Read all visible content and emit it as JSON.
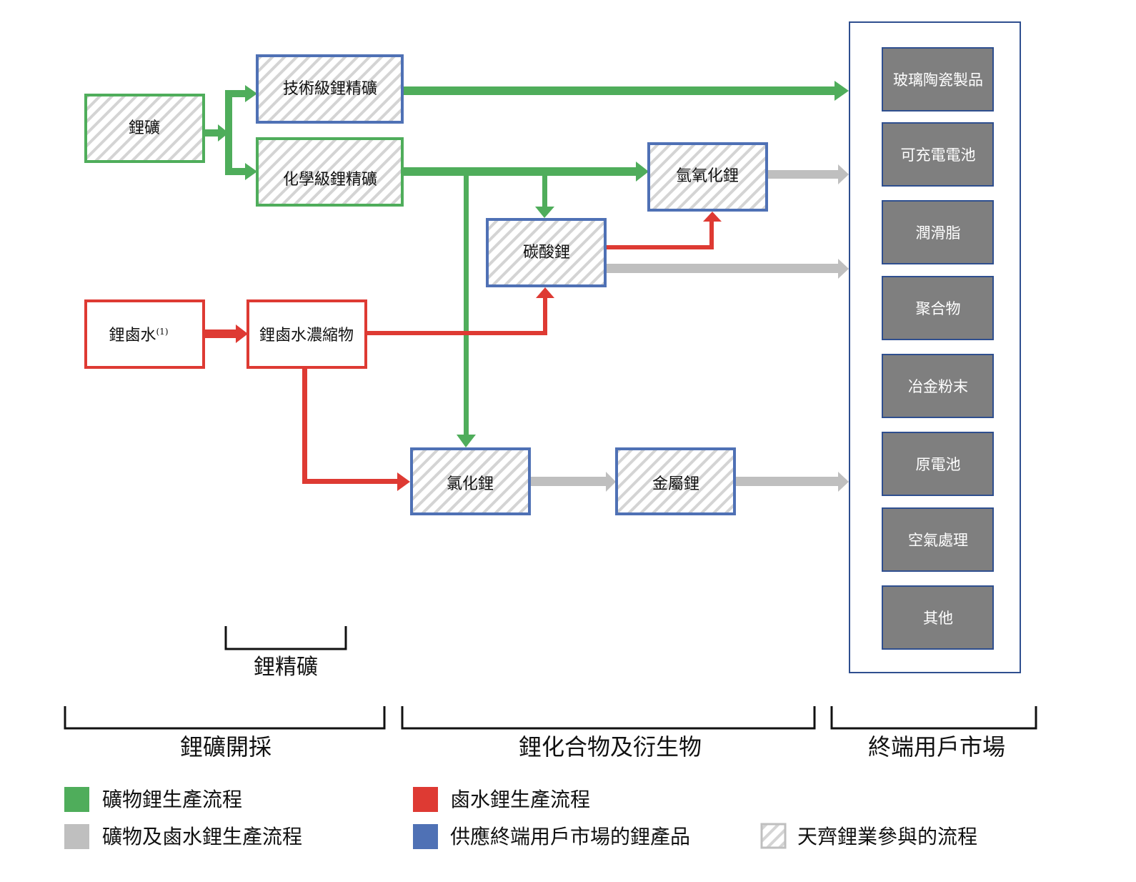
{
  "colors": {
    "mineral_green": "#4fad5b",
    "brine_red": "#de3a33",
    "shared_gray": "#bfbfbf",
    "product_blue": "#4f71b5",
    "market_box_fill": "#7f7f7f",
    "market_box_border": "#2f4f8f",
    "hatch_line": "#d4d4d4"
  },
  "nodes": {
    "spodumene": "鋰礦",
    "technical_concentrate": "技術級鋰精礦",
    "chemical_concentrate": "化學級鋰精礦",
    "brine": "鋰鹵水",
    "brine_footnote": "(1)",
    "brine_concentrate": "鋰鹵水濃縮物",
    "lithium_hydroxide": "氫氧化鋰",
    "lithium_carbonate": "碳酸鋰",
    "lithium_chloride": "氯化鋰",
    "lithium_metal": "金屬鋰"
  },
  "markets": [
    "玻璃陶瓷製品",
    "可充電電池",
    "潤滑脂",
    "聚合物",
    "冶金粉末",
    "原電池",
    "空氣處理",
    "其他"
  ],
  "sections": {
    "concentrate_bracket": "鋰精礦",
    "mining": "鋰礦開採",
    "compounds": "鋰化合物及衍生物",
    "end_market": "終端用戶市場"
  },
  "legend": [
    {
      "key": "mineral",
      "label": "礦物鋰生產流程"
    },
    {
      "key": "brine",
      "label": "鹵水鋰生產流程"
    },
    {
      "key": "shared",
      "label": "礦物及鹵水鋰生產流程"
    },
    {
      "key": "product",
      "label": "供應終端用戶市場的鋰產品"
    },
    {
      "key": "tianqi",
      "label": "天齊鋰業參與的流程"
    }
  ]
}
